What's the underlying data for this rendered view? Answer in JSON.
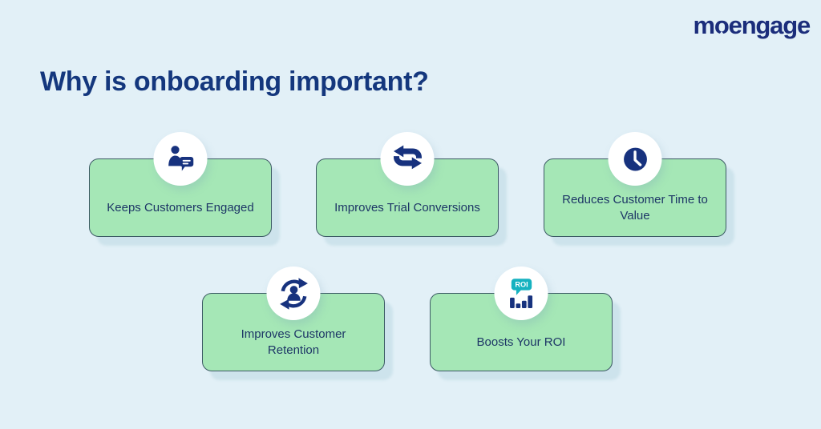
{
  "page": {
    "background_color": "#e2f0f7",
    "card_color": "#a5e7b6",
    "navy_color": "#1b2d7b",
    "teal_color": "#16b2c0",
    "shadow_color": "#cde3ec"
  },
  "logo": {
    "part1": "m",
    "part2": "o",
    "part3": "engage"
  },
  "title": {
    "text": "Why is onboarding important?"
  },
  "cards": [
    {
      "label": "Keeps Customers Engaged",
      "icon": "person-chat-icon"
    },
    {
      "label": "Improves Trial Conversions",
      "icon": "swap-arrows-icon"
    },
    {
      "label": "Reduces Customer Time to Value",
      "icon": "clock-icon"
    },
    {
      "label": "Improves Customer Retention",
      "icon": "customer-retention-icon"
    },
    {
      "label": "Boosts Your ROI",
      "icon": "roi-chart-icon",
      "badge_text": "ROI"
    }
  ]
}
